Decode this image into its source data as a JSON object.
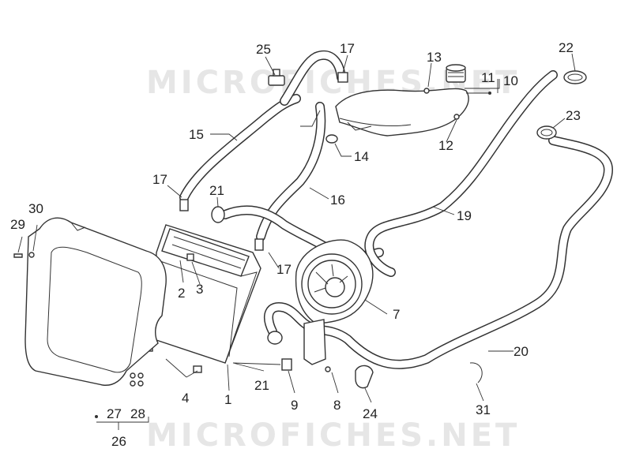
{
  "watermark": {
    "text": "MICROFICHES.NET"
  },
  "callouts": {
    "c1": "1",
    "c2": "2",
    "c3": "3",
    "c4": "4",
    "c7": "7",
    "c8": "8",
    "c9": "9",
    "c10": "10",
    "c11": "11",
    "c12": "12",
    "c13": "13",
    "c14": "14",
    "c15": "15",
    "c16": "16",
    "c17a": "17",
    "c17b": "17",
    "c17c": "17",
    "c19": "19",
    "c20": "20",
    "c21a": "21",
    "c21b": "21",
    "c22": "22",
    "c23": "23",
    "c24": "24",
    "c25": "25",
    "c26": "26",
    "c27": "27",
    "c28": "28",
    "c29": "29",
    "c30": "30",
    "c31": "31"
  }
}
